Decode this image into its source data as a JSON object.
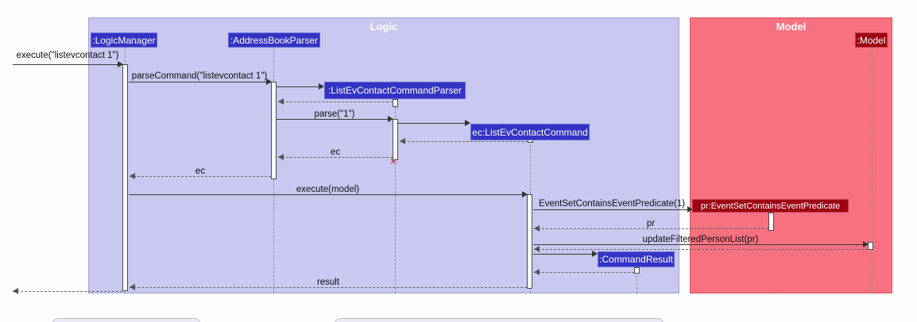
{
  "frames": {
    "logic": {
      "title": "Logic"
    },
    "model": {
      "title": "Model"
    }
  },
  "participants": {
    "logic_manager": {
      "label": ":LogicManager"
    },
    "address_book_parser": {
      "label": ":AddressBookParser"
    },
    "list_ev_contact_command_parser": {
      "label": ":ListEvContactCommandParser"
    },
    "ec_list_ev_contact_command": {
      "label": "ec:ListEvContactCommand"
    },
    "command_result": {
      "label": ":CommandResult"
    },
    "pr_predicate": {
      "label": "pr:EventSetContainsEventPredicate"
    },
    "model_instance": {
      "label": ":Model"
    }
  },
  "messages": {
    "execute_listevcontact": {
      "label": "execute(\"listevcontact 1\")"
    },
    "parse_command": {
      "label": "parseCommand(\"listevcontact 1\")"
    },
    "parse_1": {
      "label": "parse(\"1\")"
    },
    "return_ec_to_parser": {
      "label": "ec"
    },
    "return_ec_to_logic_manager": {
      "label": "ec"
    },
    "execute_model": {
      "label": "execute(model)"
    },
    "new_event_predicate": {
      "label": "EventSetContainsEventPredicate(1)"
    },
    "return_pr": {
      "label": "pr"
    },
    "update_filtered_person_list": {
      "label": "updateFilteredPersonList(pr)"
    },
    "return_result": {
      "label": "result"
    }
  },
  "icons": {
    "destroy_x": "×"
  },
  "colors": {
    "logic_frame_fill": "#C8C8F0",
    "logic_participant_fill": "#3333C4",
    "model_frame_fill": "#F87180",
    "model_participant_fill": "#9D0012",
    "destroy_x": "#C2526F"
  }
}
